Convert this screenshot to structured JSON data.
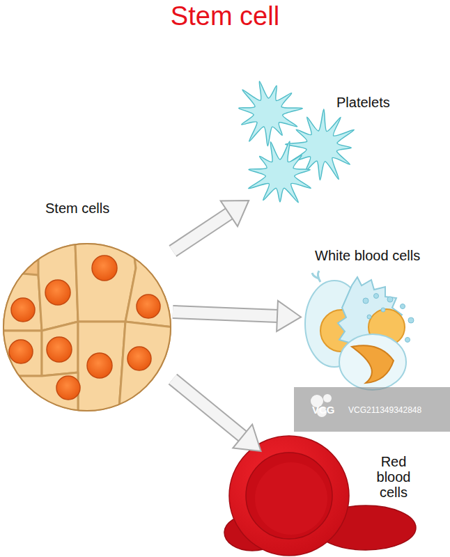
{
  "diagram": {
    "title": "Stem cell",
    "nodes": [
      {
        "text": [
          "Stem cells"
        ]
      },
      {
        "text": [
          "Platelets"
        ]
      },
      {
        "text": [
          "White blood cells"
        ]
      },
      {
        "text": [
          "Red blood cells"
        ]
      }
    ],
    "edges": [
      {
        "from": 0,
        "to": 1,
        "arrow": "to"
      },
      {
        "from": 0,
        "to": 2,
        "arrow": "to"
      },
      {
        "from": 0,
        "to": 3,
        "arrow": "to"
      }
    ],
    "labels": [
      "VCG",
      "VCG211349342848"
    ]
  }
}
